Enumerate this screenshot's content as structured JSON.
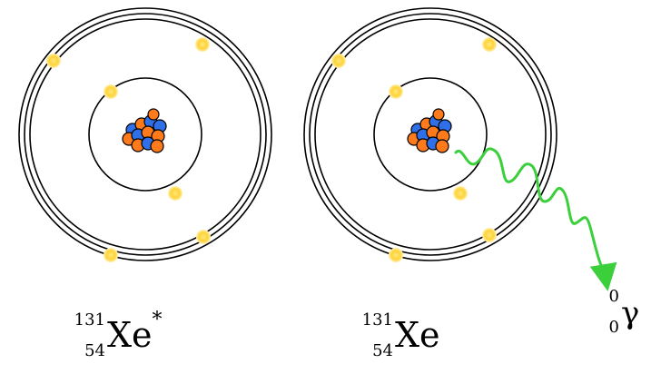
{
  "left_atom": {
    "mass_number": "131",
    "atomic_number": "54",
    "symbol": "Xe",
    "excited_mark": "*"
  },
  "right_atom": {
    "mass_number": "131",
    "atomic_number": "54",
    "symbol": "Xe"
  },
  "emitted_particle": {
    "mass_number": "0",
    "charge_number": "0",
    "symbol": "γ"
  },
  "colors": {
    "orbit": "#000000",
    "electron_fill": "#ffd23a",
    "electron_glow": "#fff2b0",
    "proton": "#ff7a1a",
    "neutron": "#2f6fe8",
    "photon": "#3ccf3c"
  },
  "icons": [
    "atom-shell-diagram",
    "photon-wave-arrow"
  ]
}
